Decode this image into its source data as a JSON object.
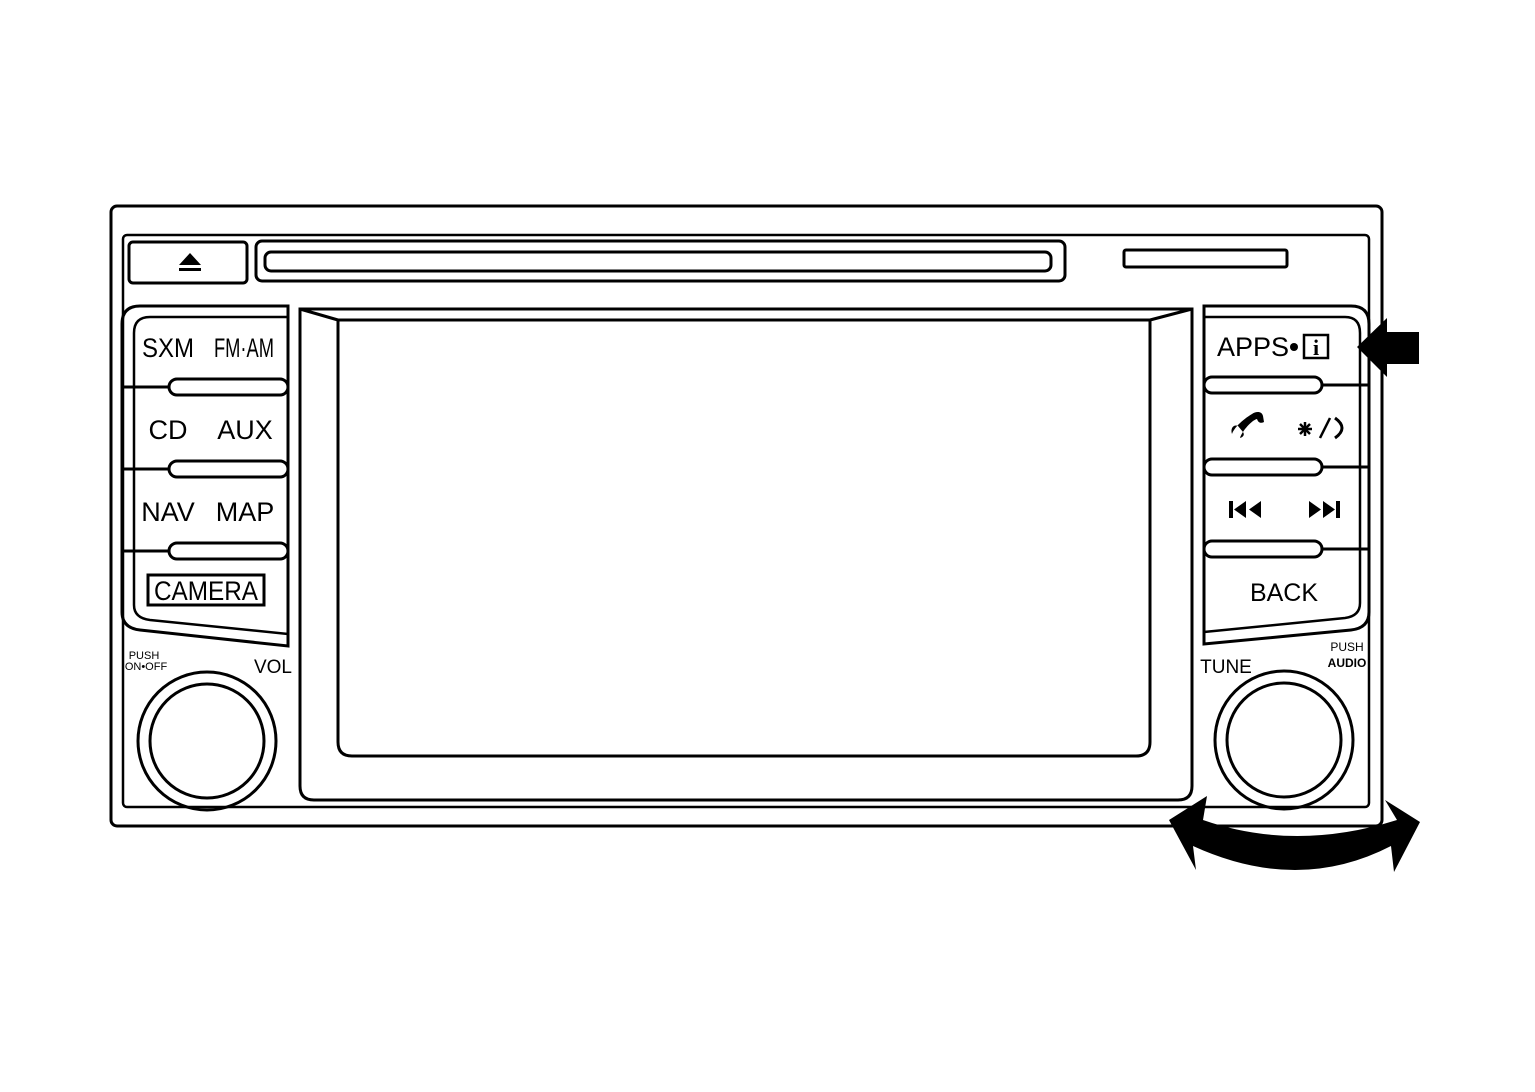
{
  "colors": {
    "line": "#000000",
    "background": "#ffffff"
  },
  "top": {
    "eject_icon": "eject-icon"
  },
  "left_buttons": {
    "sxm": "SXM",
    "fm_am": "FM·AM",
    "cd": "CD",
    "aux": "AUX",
    "nav": "NAV",
    "map": "MAP",
    "camera": "CAMERA"
  },
  "right_buttons": {
    "apps": "APPS",
    "info_icon": "info-icon",
    "phone_icon": "phone-icon",
    "day_night_icon": "day-night-icon",
    "prev_icon": "skip-previous-icon",
    "next_icon": "skip-next-icon",
    "back": "BACK"
  },
  "knobs": {
    "vol_push": "PUSH",
    "vol_push2": "ON•OFF",
    "vol": "VOL",
    "tune": "TUNE",
    "tune_push": "PUSH",
    "tune_push2": "AUDIO"
  }
}
